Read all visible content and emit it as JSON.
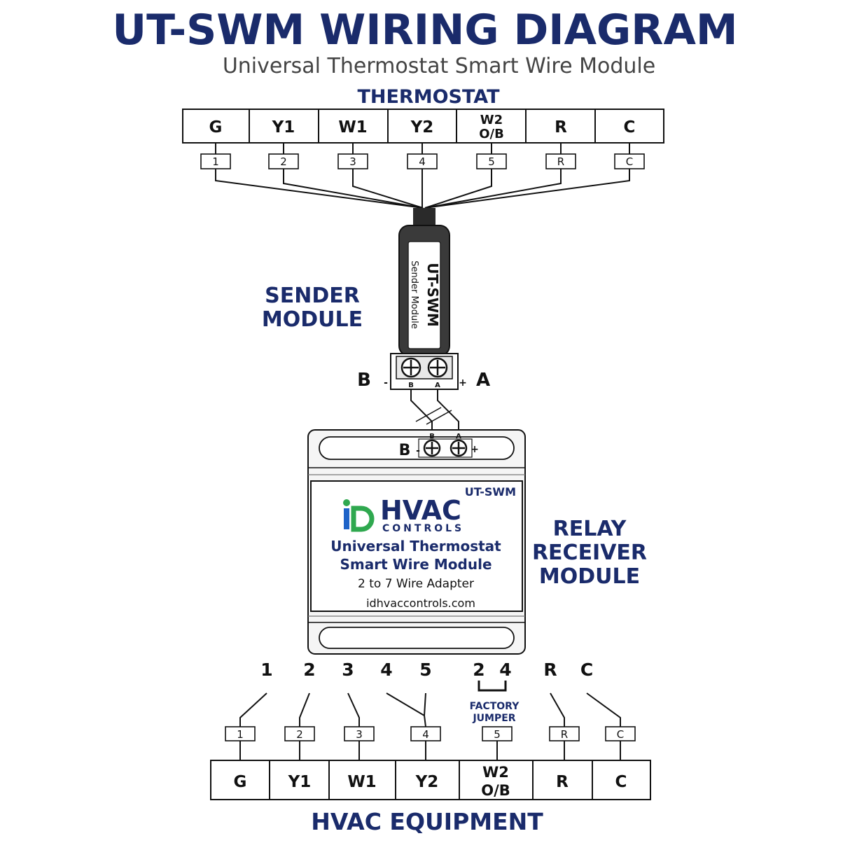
{
  "header": {
    "title": "UT-SWM WIRING DIAGRAM",
    "subtitle": "Universal Thermostat Smart Wire Module"
  },
  "thermostat": {
    "label": "THERMOSTAT",
    "terminals": [
      {
        "line1": "G",
        "line2": "",
        "tag": "1"
      },
      {
        "line1": "Y1",
        "line2": "",
        "tag": "2"
      },
      {
        "line1": "W1",
        "line2": "",
        "tag": "3"
      },
      {
        "line1": "Y2",
        "line2": "",
        "tag": "4"
      },
      {
        "line1": "W2",
        "line2": "O/B",
        "tag": "5"
      },
      {
        "line1": "R",
        "line2": "",
        "tag": "R"
      },
      {
        "line1": "C",
        "line2": "",
        "tag": "C"
      }
    ]
  },
  "sender": {
    "label_line1": "SENDER",
    "label_line2": "MODULE",
    "device_title": "UT-SWM",
    "device_subtitle": "Sender Module",
    "left_terminal": "B",
    "right_terminal": "A",
    "left_polarity": "-",
    "right_polarity": "+",
    "screw_b": "B",
    "screw_a": "A"
  },
  "receiver": {
    "label_line1": "RELAY",
    "label_line2": "RECEIVER",
    "label_line3": "MODULE",
    "model": "UT-SWM",
    "logo_main": "HVAC",
    "logo_sub": "CONTROLS",
    "product_line1": "Universal Thermostat",
    "product_line2": "Smart Wire Module",
    "adapter": "2 to 7 Wire Adapter",
    "website": "idhvaccontrols.com",
    "terminal_left": "B",
    "left_polarity": "-",
    "right_polarity": "+",
    "screw_b": "B",
    "screw_a": "A"
  },
  "outputs": {
    "numbers": [
      "1",
      "2",
      "3",
      "4",
      "5",
      "2",
      "4",
      "R",
      "C"
    ],
    "jumper_line1": "FACTORY",
    "jumper_line2": "JUMPER"
  },
  "hvac": {
    "label": "HVAC EQUIPMENT",
    "terminals": [
      {
        "line1": "G",
        "line2": "",
        "tag": "1"
      },
      {
        "line1": "Y1",
        "line2": "",
        "tag": "2"
      },
      {
        "line1": "W1",
        "line2": "",
        "tag": "3"
      },
      {
        "line1": "Y2",
        "line2": "",
        "tag": "4"
      },
      {
        "line1": "W2",
        "line2": "O/B",
        "tag": "5"
      },
      {
        "line1": "R",
        "line2": "",
        "tag": "R"
      },
      {
        "line1": "C",
        "line2": "",
        "tag": "C"
      }
    ]
  },
  "colors": {
    "title": "#1a2b6b",
    "accent_green": "#2fa84f",
    "accent_blue": "#1e63c8",
    "device_dark": "#3a3a3a"
  }
}
